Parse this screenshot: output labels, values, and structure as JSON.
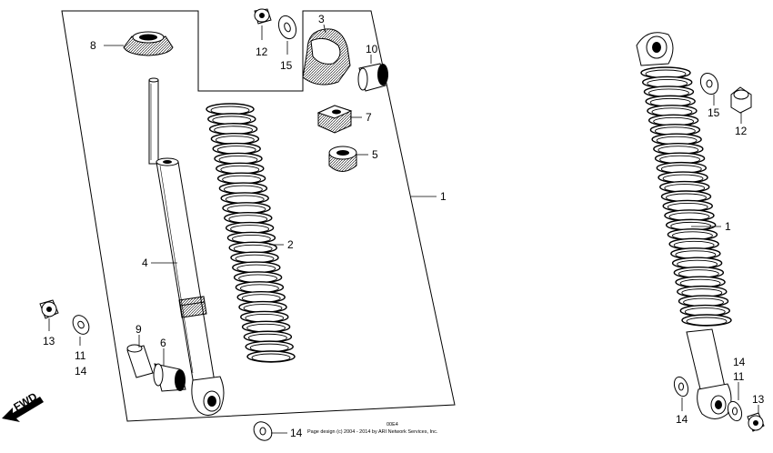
{
  "diagram": {
    "fwd_label": "FWD",
    "copyright": "Page design (c) 2004 - 2014 by ARI Network Services, Inc.",
    "small_code": "00E4"
  },
  "callouts": {
    "c1a": "1",
    "c1b": "1",
    "c2": "2",
    "c3": "3",
    "c4": "4",
    "c5": "5",
    "c6": "6",
    "c7": "7",
    "c8": "8",
    "c9": "9",
    "c10": "10",
    "c11a": "11",
    "c11b": "11",
    "c12a": "12",
    "c12b": "12",
    "c13a": "13",
    "c13b": "13",
    "c14a": "14",
    "c14b": "14",
    "c14c": "14",
    "c14d": "14",
    "c15a": "15",
    "c15b": "15"
  }
}
